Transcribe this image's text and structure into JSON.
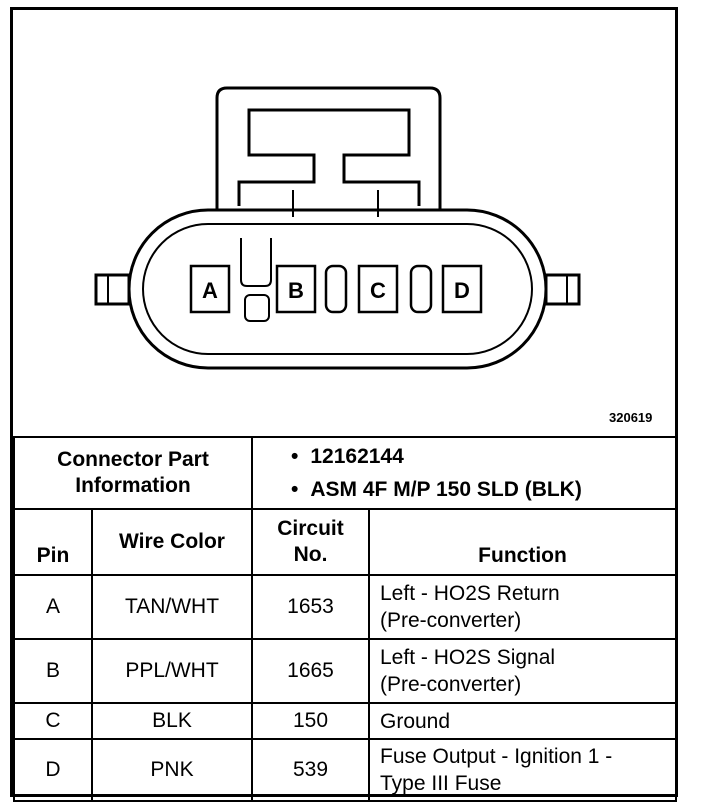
{
  "figure_id": "320619",
  "pin_labels": [
    "A",
    "B",
    "C",
    "D"
  ],
  "connector_info": {
    "label": "Connector Part Information",
    "items": [
      "12162144",
      "ASM 4F M/P 150 SLD (BLK)"
    ]
  },
  "columns": {
    "pin": "Pin",
    "wire_color": "Wire Color",
    "circuit": "Circuit No.",
    "function": "Function"
  },
  "rows": [
    {
      "pin": "A",
      "wire_color": "TAN/WHT",
      "circuit": "1653",
      "function_line1": "Left - HO2S Return",
      "function_line2": "(Pre-converter)"
    },
    {
      "pin": "B",
      "wire_color": "PPL/WHT",
      "circuit": "1665",
      "function_line1": "Left - HO2S Signal",
      "function_line2": "(Pre-converter)"
    },
    {
      "pin": "C",
      "wire_color": "BLK",
      "circuit": "150",
      "function_line1": "Ground",
      "function_line2": ""
    },
    {
      "pin": "D",
      "wire_color": "PNK",
      "circuit": "539",
      "function_line1": "Fuse Output - Ignition 1 -",
      "function_line2": "Type III Fuse"
    }
  ]
}
